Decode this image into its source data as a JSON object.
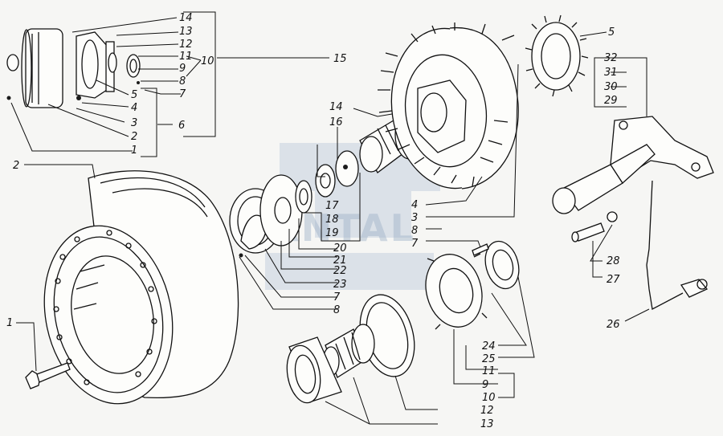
{
  "watermark": {
    "text": "SANTAL",
    "color": "#a9bbd0"
  },
  "callouts": {
    "tl_14": "14",
    "tl_13": "13",
    "tl_12": "12",
    "tl_11": "11",
    "tl_9": "9",
    "tl_10": "10",
    "tl_8": "8",
    "tl_7": "7",
    "tl_5": "5",
    "tl_4": "4",
    "tl_3": "3",
    "tl_2": "2",
    "tl_6": "6",
    "tl_1": "1",
    "tl_15": "15",
    "drum_2": "2",
    "bolt_1": "1",
    "c_14": "14",
    "c_16": "16",
    "c_17": "17",
    "c_18": "18",
    "c_19": "19",
    "c_20": "20",
    "c_21": "21",
    "c_22": "22",
    "c_23": "23",
    "c_7": "7",
    "c_8": "8",
    "hub_4": "4",
    "hub_3": "3",
    "hub_8": "8",
    "hub_7": "7",
    "ring_5": "5",
    "s_32": "32",
    "s_31": "31",
    "s_30": "30",
    "s_29": "29",
    "s_28": "28",
    "s_27": "27",
    "s_26": "26",
    "b_24": "24",
    "b_25": "25",
    "b_11": "11",
    "b_9": "9",
    "b_10": "10",
    "b_12": "12",
    "b_13": "13"
  }
}
